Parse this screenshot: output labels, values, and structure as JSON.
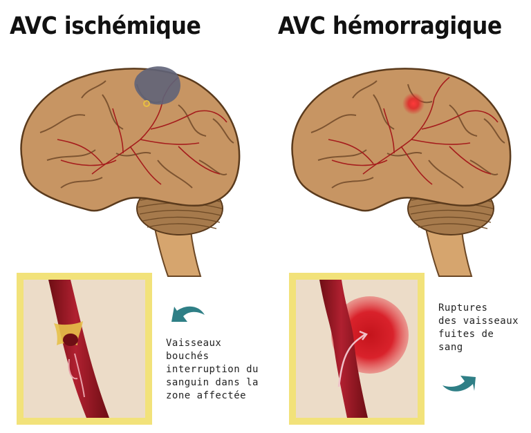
{
  "panels": {
    "ischemic": {
      "title": "AVC ischémique",
      "caption": "Vaisseaux\nbouchés\ninterruption du\nsanguin dans la\nzone affectée"
    },
    "hemorrhagic": {
      "title": "AVC hémorragique",
      "caption": "Ruptures\ndes vaisseaux\nfuites de\nsang"
    }
  },
  "colors": {
    "brain": "#c79563",
    "brain_outline": "#5a3a1c",
    "artery": "#a51c1c",
    "cerebellum": "#a67a4c",
    "stem": "#d6a56e",
    "frame": "#f2e27a",
    "inset_bg": "#ecdcc8",
    "clot": "#5f6378",
    "bleed": "#e02a2a",
    "arrow": "#2f7f86"
  },
  "icons": [
    "curved-arrow-icon"
  ]
}
